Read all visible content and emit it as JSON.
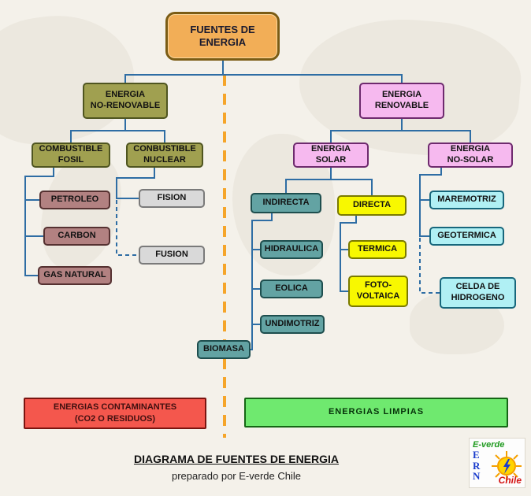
{
  "diagram": {
    "root": {
      "label": "FUENTES DE\nENERGIA"
    },
    "nonrenewable": {
      "label": "ENERGIA\nNO-RENOVABLE"
    },
    "fossil": {
      "label": "COMBUSTIBLE\nFOSIL"
    },
    "petroleo": {
      "label": "PETROLEO"
    },
    "carbon": {
      "label": "CARBON"
    },
    "gas_natural": {
      "label": "GAS NATURAL"
    },
    "nuclear": {
      "label": "CONBUSTIBLE\nNUCLEAR"
    },
    "fision": {
      "label": "FISION"
    },
    "fusion": {
      "label": "FUSION"
    },
    "renewable": {
      "label": "ENERGIA\nRENOVABLE"
    },
    "solar": {
      "label": "ENERGIA\nSOLAR"
    },
    "nosolar": {
      "label": "ENERGIA\nNO-SOLAR"
    },
    "indirecta": {
      "label": "INDIRECTA"
    },
    "hidraulica": {
      "label": "HIDRAULICA"
    },
    "eolica": {
      "label": "EOLICA"
    },
    "undimotriz": {
      "label": "UNDIMOTRIZ"
    },
    "biomasa": {
      "label": "BIOMASA"
    },
    "directa": {
      "label": "DIRECTA"
    },
    "termica": {
      "label": "TERMICA"
    },
    "fotovoltaica": {
      "label": "FOTO-\nVOLTAICA"
    },
    "maremotriz": {
      "label": "MAREMOTRIZ"
    },
    "geotermica": {
      "label": "GEOTERMICA"
    },
    "celda_hidrogeno": {
      "label": "CELDA DE\nHIDROGENO"
    }
  },
  "banners": {
    "contaminantes": {
      "label": "ENERGIAS CONTAMINANTES\n(CO2 O RESIDUOS)"
    },
    "limpias": {
      "label": "ENERGIAS  LIMPIAS"
    }
  },
  "footer": {
    "title": "DIAGRAMA DE FUENTES DE ENERGIA",
    "subtitle": "preparado por E-verde Chile"
  },
  "logo": {
    "top": "E-verde",
    "letters": [
      "E",
      "R",
      "N"
    ],
    "bottom": "Chile"
  },
  "colors": {
    "connector_blue": "#2e6da4",
    "divider_orange": "#f5a52a",
    "root_fill": "#f2ae57",
    "olive_fill": "#a0a050",
    "rosy_fill": "#b28181",
    "gray_fill": "#d9d9d9",
    "pink_fill": "#f6b9ef",
    "teal_fill": "#63a3a3",
    "yellow_fill": "#f8f800",
    "cyan_fill": "#b0f0f4",
    "contaminantes_fill": "#f4574d",
    "limpias_fill": "#6fe96f"
  }
}
